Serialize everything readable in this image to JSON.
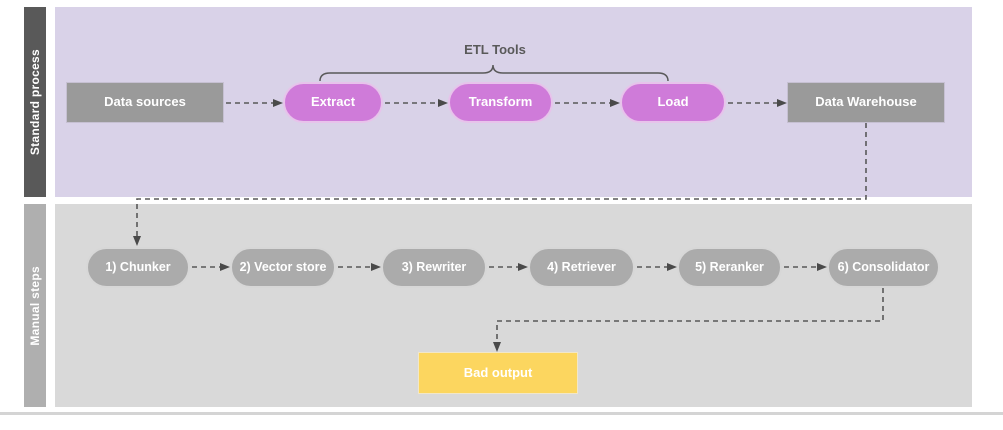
{
  "diagram": {
    "lanes": {
      "standard": {
        "label": "Standard process"
      },
      "manual": {
        "label": "Manual steps"
      }
    },
    "group_label": "ETL Tools",
    "nodes": {
      "data_sources": "Data sources",
      "extract": "Extract",
      "transform": "Transform",
      "load": "Load",
      "data_warehouse": "Data Warehouse",
      "chunker": "1) Chunker",
      "vector_store": "2) Vector store",
      "rewriter": "3) Rewriter",
      "retriever": "4) Retriever",
      "reranker": "5) Reranker",
      "consolidator": "6) Consolidator",
      "bad_output": "Bad output"
    },
    "colors": {
      "standard_lane_strip": "#595959",
      "standard_lane_bg": "#d9d2e8",
      "manual_lane_strip": "#afafaf",
      "manual_lane_bg": "#d9d9d9",
      "gray_node_fill": "#9a9a9a",
      "etl_node_fill": "#cf7bd9",
      "manual_node_fill": "#ababab",
      "bad_output_fill": "#fcd65f",
      "connector": "#595959",
      "node_text": "#ffffff"
    }
  }
}
